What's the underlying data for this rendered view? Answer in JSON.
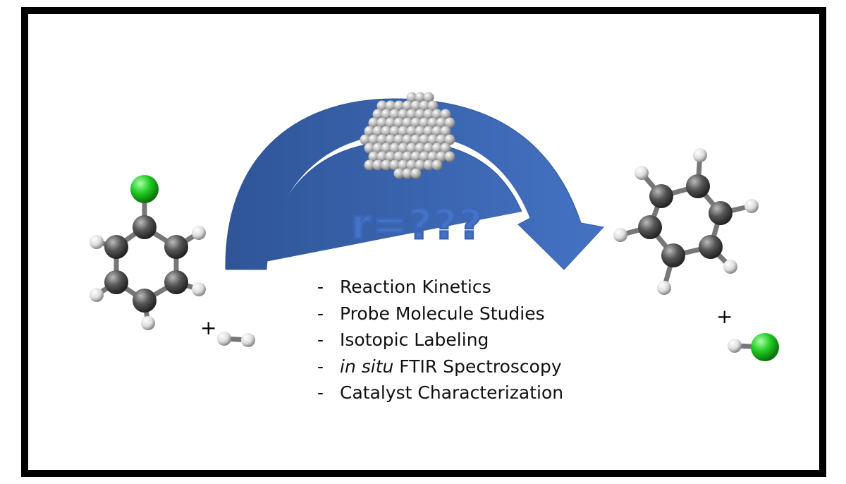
{
  "rate_label": "r=???",
  "techniques": [
    {
      "prefix": "",
      "italic": "",
      "text": "Reaction Kinetics"
    },
    {
      "prefix": "",
      "italic": "",
      "text": "Probe Molecule Studies"
    },
    {
      "prefix": "",
      "italic": "",
      "text": "Isotopic Labeling"
    },
    {
      "prefix": "",
      "italic": "in situ",
      "text": " FTIR Spectroscopy"
    },
    {
      "prefix": "",
      "italic": "",
      "text": "Catalyst Characterization"
    }
  ],
  "dash": "-",
  "plus": "+",
  "colors": {
    "arrow": "#4472c4",
    "chlorine": "#22cc22",
    "carbon": "#555555",
    "hydrogen": "#eeeeee",
    "catalyst": "#b0b0b0"
  }
}
